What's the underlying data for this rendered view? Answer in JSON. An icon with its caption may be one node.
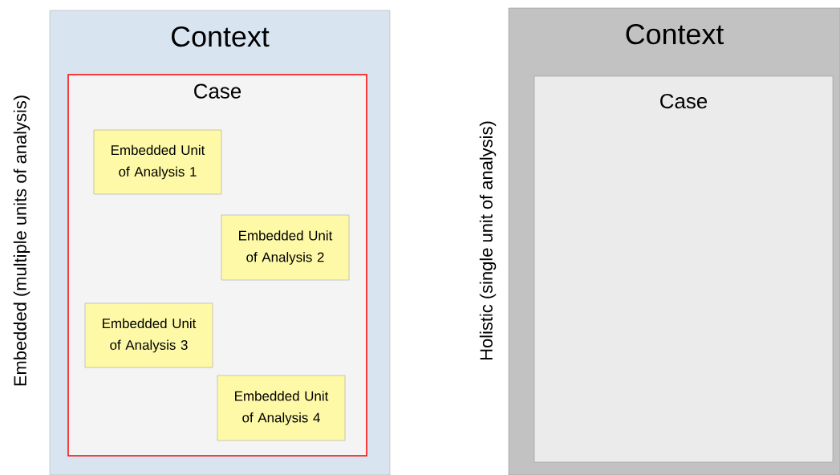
{
  "diagram": {
    "nodes": [
      {
        "text": [
          "Context"
        ]
      },
      {
        "text": [
          "Case"
        ],
        "in": 0
      },
      {
        "text": [
          "Embedded Unit of Analysis 1"
        ],
        "in": 1
      },
      {
        "text": [
          "Embedded Unit of Analysis 2"
        ],
        "in": 1
      },
      {
        "text": [
          "Embedded Unit of Analysis 3"
        ],
        "in": 1
      },
      {
        "text": [
          "Embedded Unit of Analysis 4"
        ],
        "in": 1
      },
      {
        "text": [
          "Context"
        ]
      },
      {
        "text": [
          "Case"
        ],
        "in": 6
      }
    ],
    "labels": [
      "Embedded (multiple units of analysis)",
      "Holistic (single unit of analysis)"
    ]
  }
}
